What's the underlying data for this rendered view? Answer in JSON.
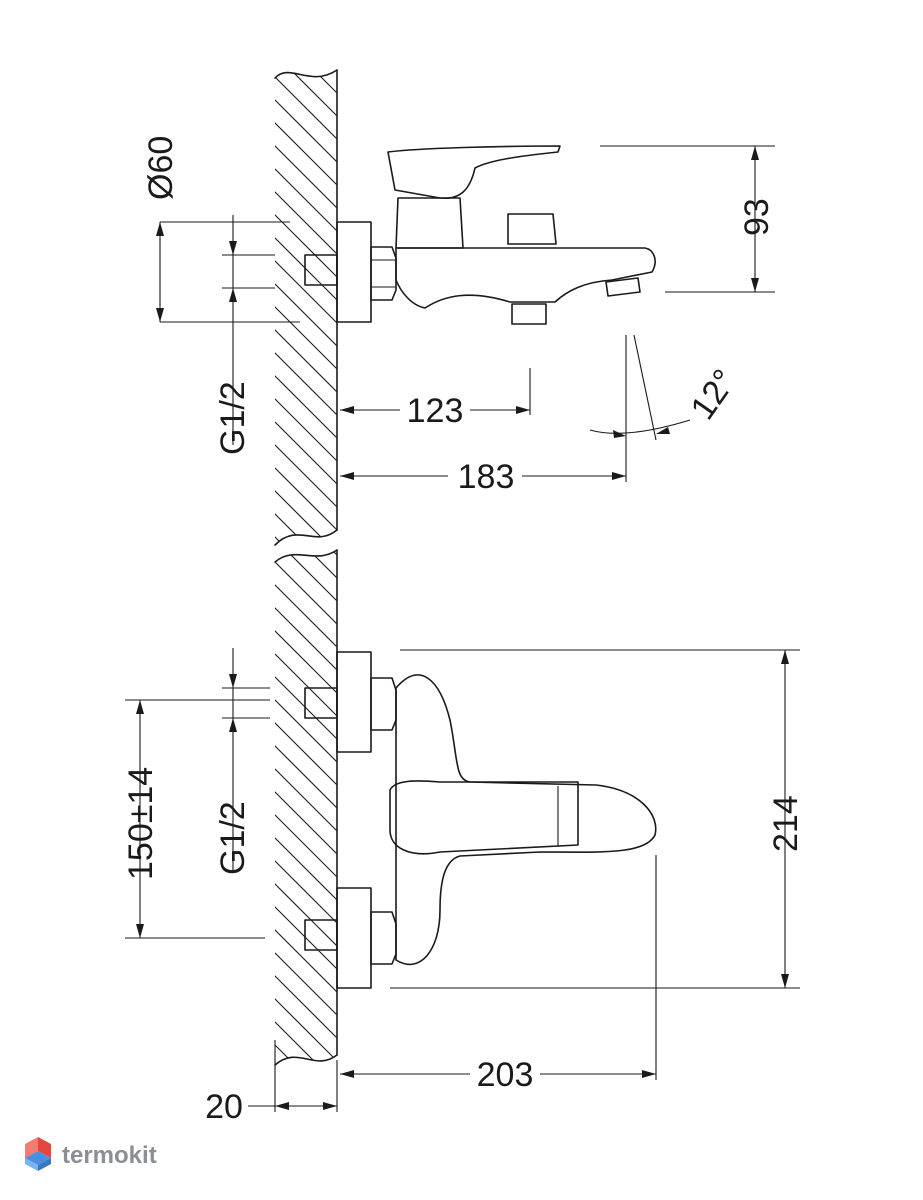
{
  "dimensions": {
    "diameter": "Ø60",
    "height_93": "93",
    "thread_top": "G1/2",
    "len_123": "123",
    "angle": "12°",
    "len_183": "183",
    "spacing": "150±14",
    "thread_bottom": "G1/2",
    "height_214": "214",
    "len_203": "203",
    "wall_20": "20"
  },
  "watermark": {
    "text": "termokit"
  },
  "colors": {
    "line": "#1a1a1a",
    "watermark": "#8a8f96",
    "logo_red": "#e5473e",
    "logo_blue": "#4a8fe0"
  }
}
